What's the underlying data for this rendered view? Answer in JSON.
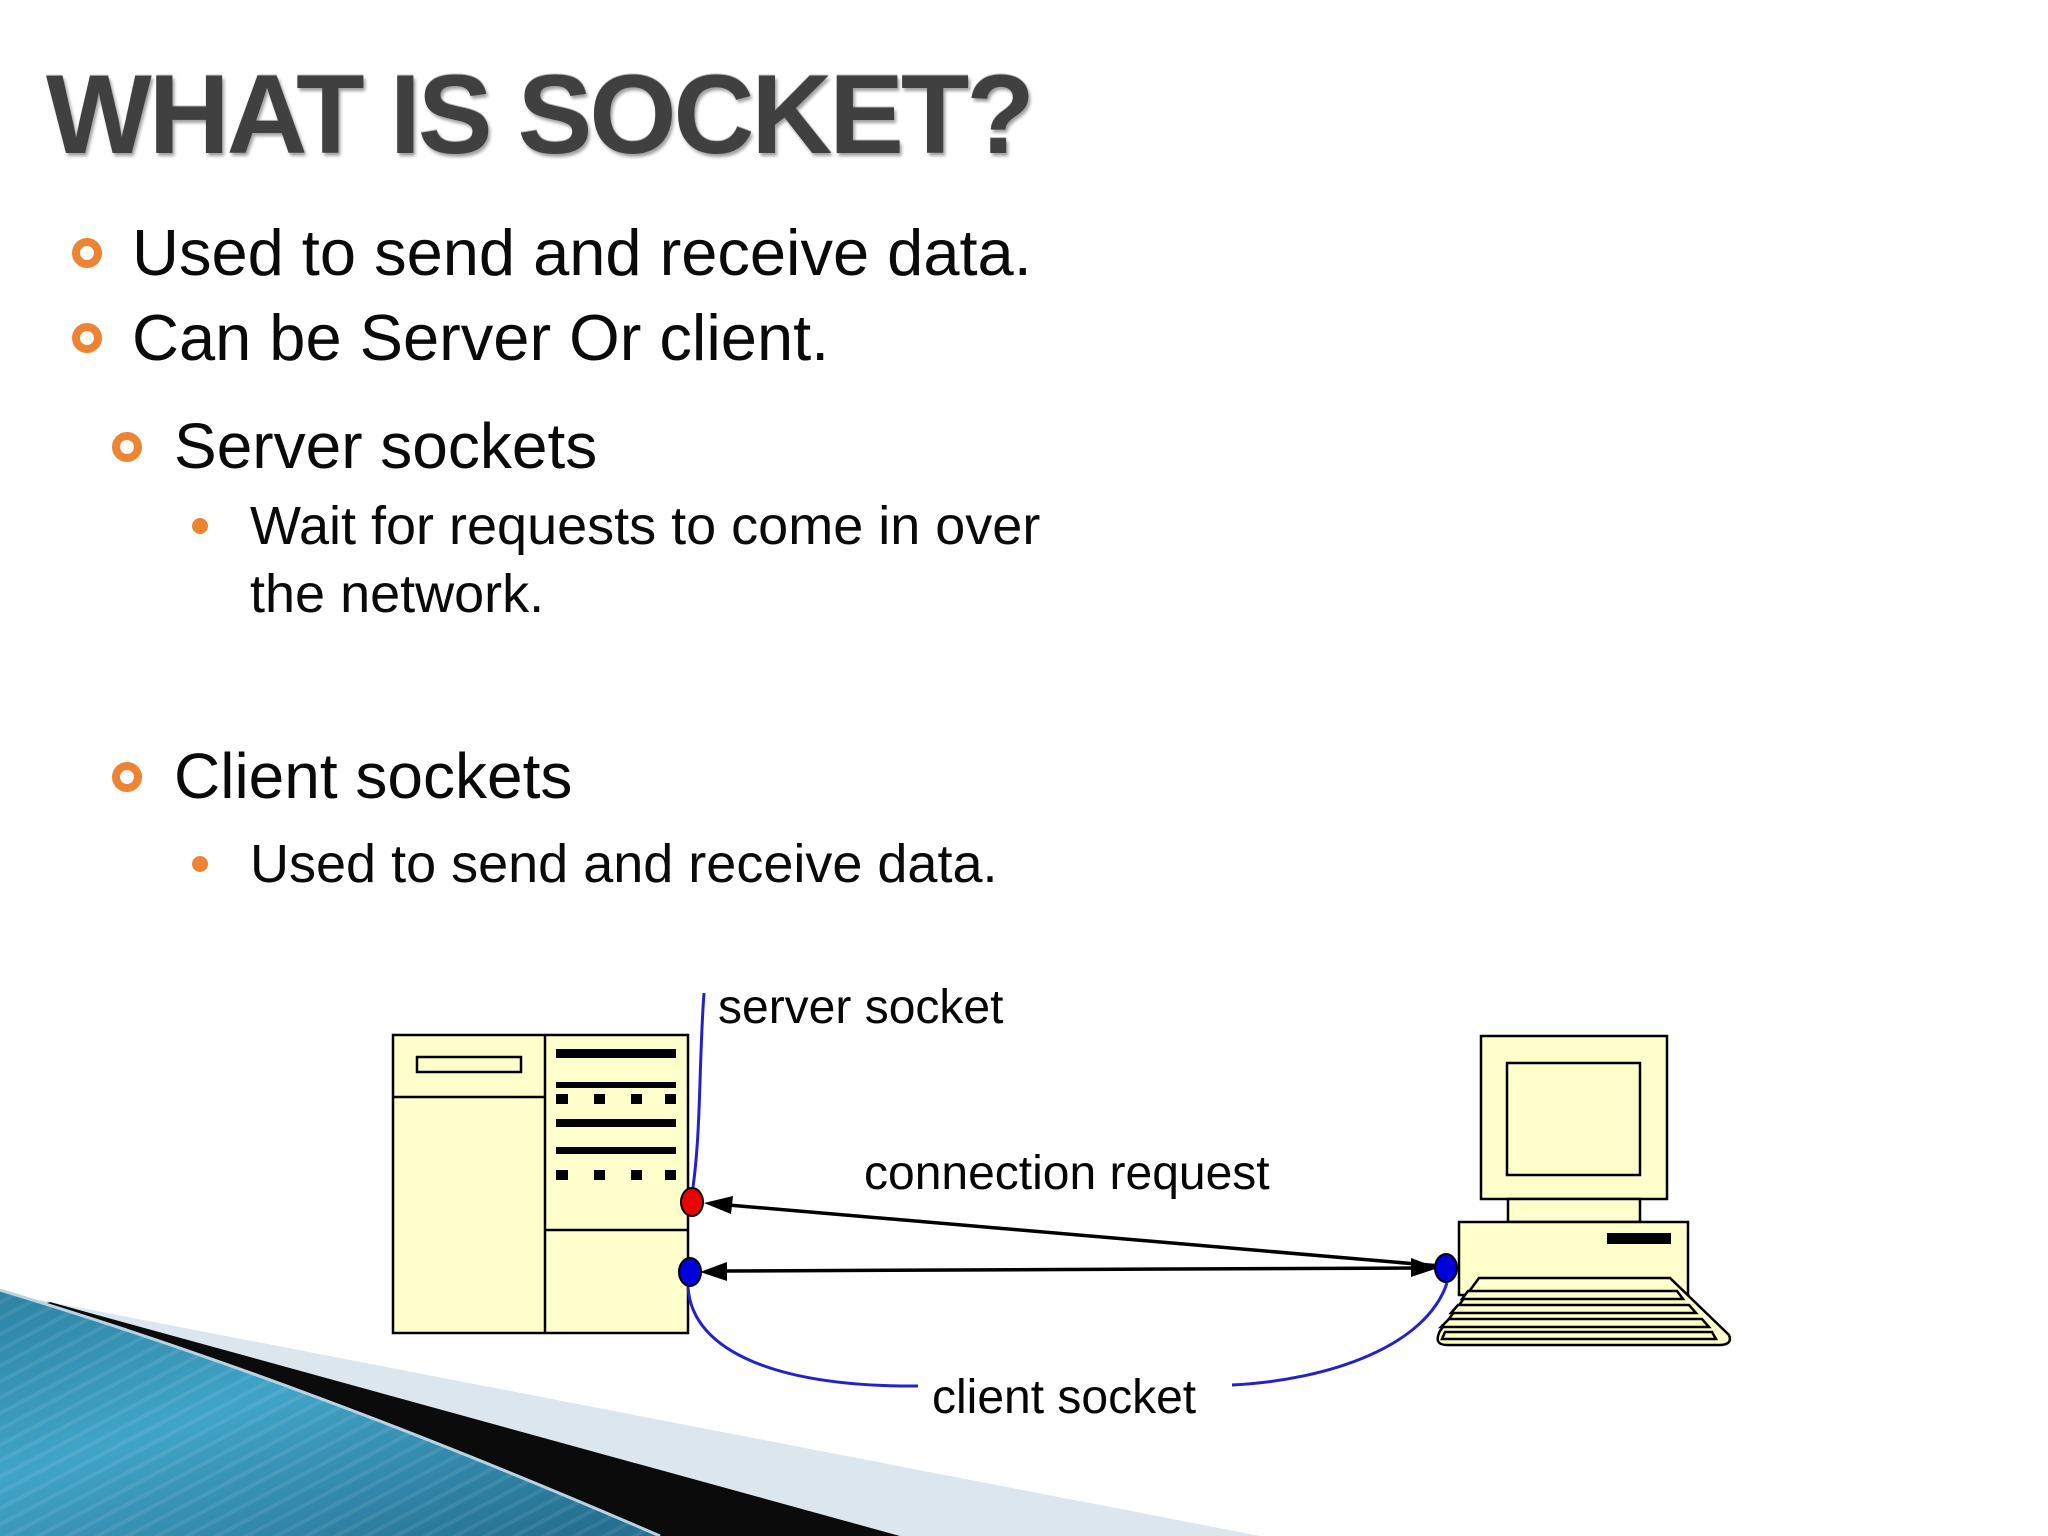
{
  "title": "WHAT IS SOCKET?",
  "bullets": {
    "b1": "Used to send and receive data.",
    "b2": "Can be Server Or client.",
    "server_heading": "Server sockets",
    "server_sub": "Wait for requests to come in over the network.",
    "client_heading": "Client sockets",
    "client_sub": "Used to send and receive data."
  },
  "diagram": {
    "server_socket_label": "server socket",
    "connection_request_label": "connection request",
    "client_socket_label": "client socket"
  },
  "colors": {
    "title_gray": "#404040",
    "bullet_orange": "#ED8433",
    "text_black": "#0A0A0A",
    "machine_fill": "#FFFFCC",
    "machine_outline": "#000000",
    "server_socket_dot_red": "#EE0000",
    "client_socket_dot_blue": "#0000DD",
    "callout_curve_blue": "#2222CC",
    "arrow_black": "#000000",
    "ribbon_teal_light": "#41A4C7",
    "ribbon_teal_dark": "#256F92",
    "ribbon_light_band": "#DCE6EE",
    "ribbon_black_band": "#0B0B0B",
    "background": "#FFFFFF"
  }
}
